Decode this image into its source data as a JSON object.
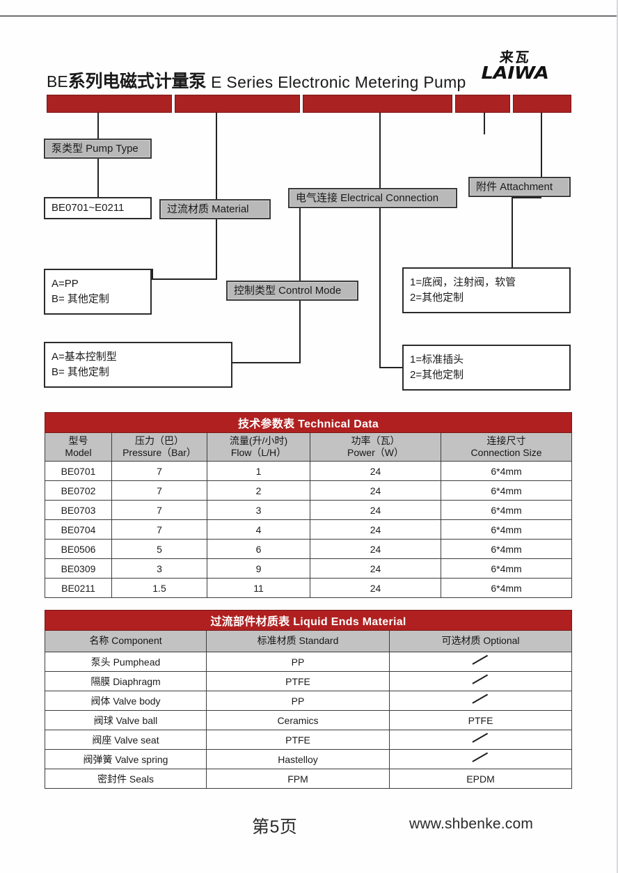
{
  "document": {
    "top_rule": true,
    "title_be": "BE",
    "title_cn": "系列电磁式计量泵",
    "title_en": "E Series Electronic Metering  Pump",
    "logo_cn": "来瓦",
    "logo_en": "LAIWA"
  },
  "code_diagram": {
    "segments": [
      {
        "name": "segment-1"
      },
      {
        "name": "segment-2"
      },
      {
        "name": "segment-3"
      },
      {
        "name": "segment-4"
      },
      {
        "name": "segment-5"
      }
    ],
    "boxes": {
      "pump_type": "泵类型 Pump Type",
      "pump_type_value": "BE0701~E0211",
      "material": "过流材质 Material",
      "material_opt_1": "A=PP",
      "material_opt_2": "B= 其他定制",
      "control_mode": "控制类型 Control Mode",
      "control_opt_1": "A=基本控制型",
      "control_opt_2": "B= 其他定制",
      "electrical": "电气连接 Electrical Connection",
      "electrical_opt_1": "1=标准插头",
      "electrical_opt_2": "2=其他定制",
      "attachment": "附件 Attachment",
      "attachment_opt_1": "1=底阀，注射阀，软管",
      "attachment_opt_2": "2=其他定制"
    }
  },
  "technical_data": {
    "caption": "技术参数表  Technical Data",
    "headers": [
      {
        "cn": "型号",
        "en": "Model"
      },
      {
        "cn": "压力（巴）",
        "en": "Pressure（Bar）"
      },
      {
        "cn": "流量(升/小时)",
        "en": "Flow（L/H）"
      },
      {
        "cn": "功率（瓦）",
        "en": "Power（W）"
      },
      {
        "cn": "连接尺寸",
        "en": "Connection Size"
      }
    ],
    "rows": [
      {
        "model": "BE0701",
        "pressure": "7",
        "flow": "1",
        "power": "24",
        "size": "6*4mm"
      },
      {
        "model": "BE0702",
        "pressure": "7",
        "flow": "2",
        "power": "24",
        "size": "6*4mm"
      },
      {
        "model": "BE0703",
        "pressure": "7",
        "flow": "3",
        "power": "24",
        "size": "6*4mm"
      },
      {
        "model": "BE0704",
        "pressure": "7",
        "flow": "4",
        "power": "24",
        "size": "6*4mm"
      },
      {
        "model": "BE0506",
        "pressure": "5",
        "flow": "6",
        "power": "24",
        "size": "6*4mm"
      },
      {
        "model": "BE0309",
        "pressure": "3",
        "flow": "9",
        "power": "24",
        "size": "6*4mm"
      },
      {
        "model": "BE0211",
        "pressure": "1.5",
        "flow": "11",
        "power": "24",
        "size": "6*4mm"
      }
    ]
  },
  "liquid_ends": {
    "caption": "过流部件材质表 Liquid Ends Material",
    "headers": [
      "名称 Component",
      "标准材质 Standard",
      "可选材质 Optional"
    ],
    "rows": [
      {
        "component": "泵头 Pumphead",
        "standard": "PP",
        "optional": ""
      },
      {
        "component": "隔膜 Diaphragm",
        "standard": "PTFE",
        "optional": ""
      },
      {
        "component": "阀体 Valve body",
        "standard": "PP",
        "optional": ""
      },
      {
        "component": "阀球 Valve ball",
        "standard": "Ceramics",
        "optional": "PTFE"
      },
      {
        "component": "阀座 Valve seat",
        "standard": "PTFE",
        "optional": ""
      },
      {
        "component": "阀弹簧 Valve spring",
        "standard": "Hastelloy",
        "optional": ""
      },
      {
        "component": "密封件 Seals",
        "standard": "FPM",
        "optional": "EPDM"
      }
    ]
  },
  "footer": {
    "page_label": "第5页",
    "website": "www.shbenke.com"
  },
  "colors": {
    "red_bar": "#ab2222",
    "caption_red": "#b02020",
    "header_gray": "#c2c2c2",
    "box_gray": "#b9b9b9",
    "line": "#222222"
  }
}
